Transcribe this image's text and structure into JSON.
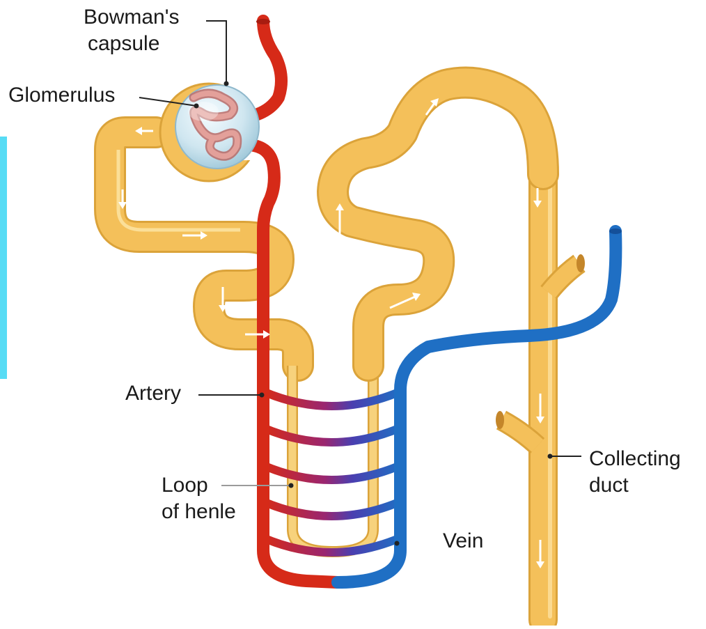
{
  "labels": {
    "bowmans_capsule": [
      "Bowman's",
      "capsule"
    ],
    "glomerulus": "Glomerulus",
    "artery": "Artery",
    "loop_of_henle": [
      "Loop",
      "of henle"
    ],
    "vein": "Vein",
    "collecting_duct": [
      "Collecting",
      "duct"
    ]
  },
  "colors": {
    "tubule": "#f4c05a",
    "tubule_light": "#fde6a8",
    "tubule_edge": "#dba33a",
    "artery": "#d62a18",
    "vein": "#1f6fc4",
    "mixed": "#7a2a9a",
    "glomerulus_sphere": "#cfe6f0",
    "capillary": "#d9807a",
    "side_bar": "#57dcf5",
    "arrow": "#ffffff",
    "leader_line": "#222222"
  }
}
